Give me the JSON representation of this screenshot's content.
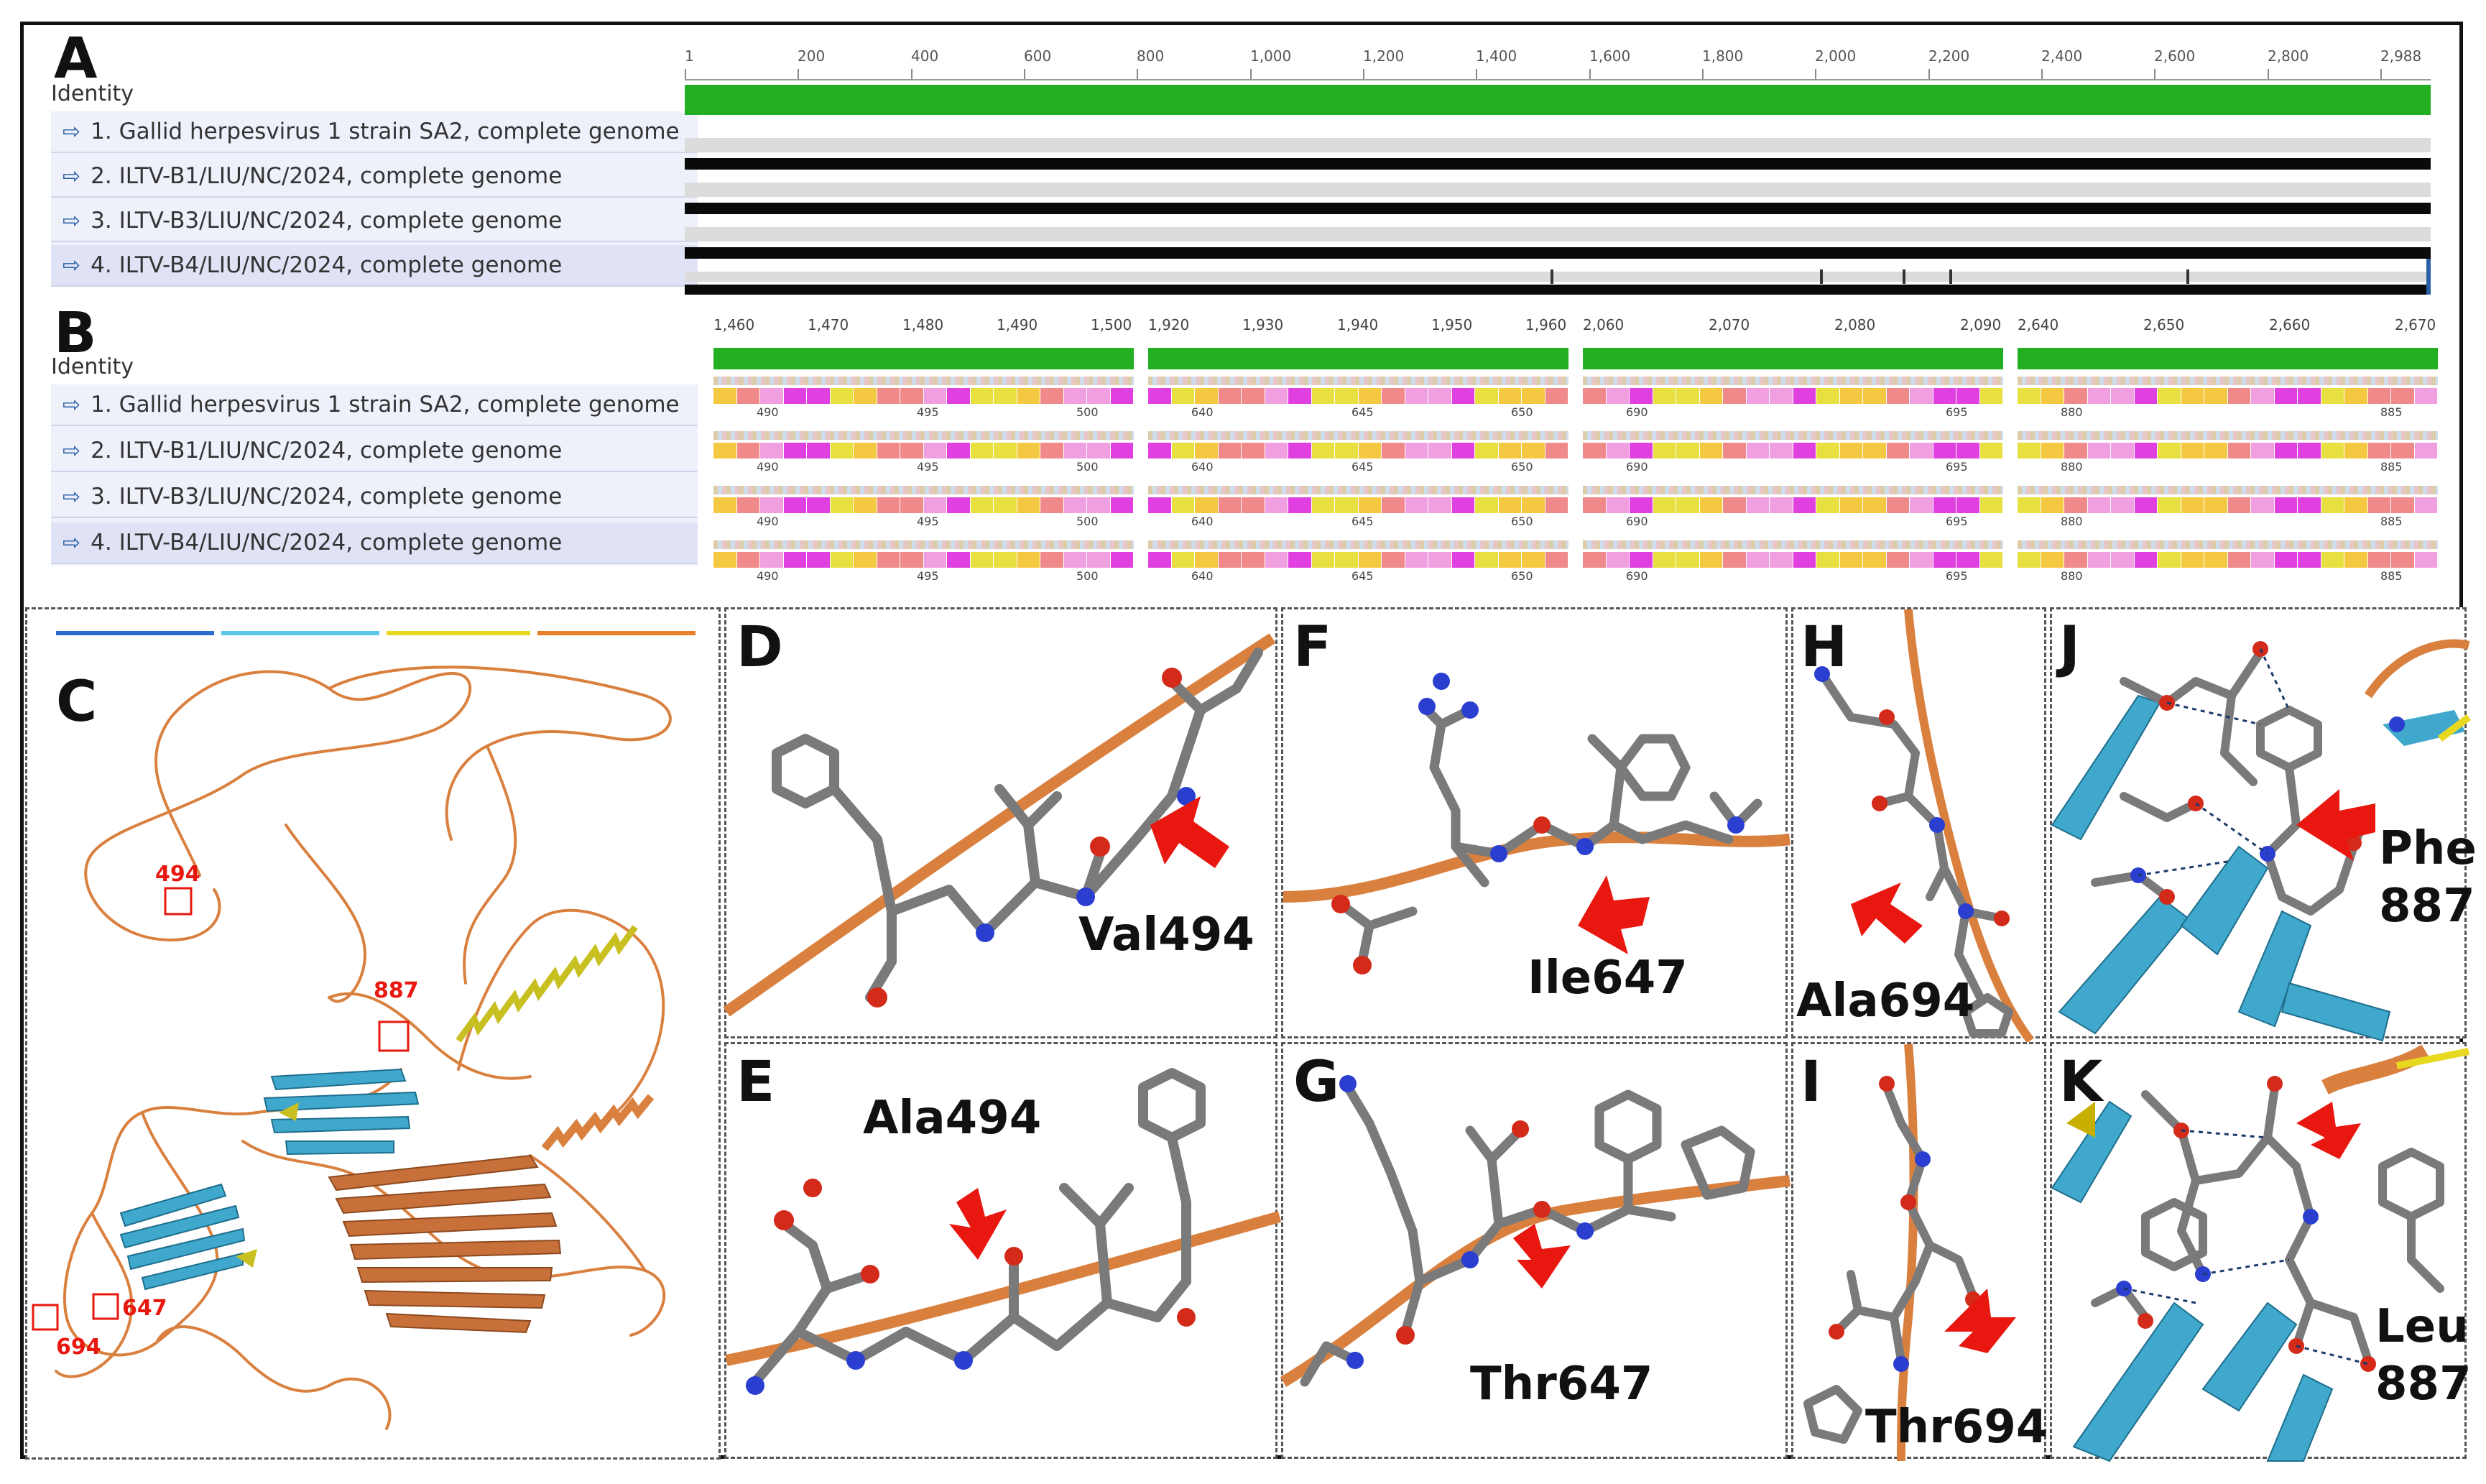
{
  "panels": {
    "A": {
      "letter": "A",
      "identity_label": "Identity",
      "ruler": [
        "1",
        "200",
        "400",
        "600",
        "800",
        "1,000",
        "1,200",
        "1,400",
        "1,600",
        "1,800",
        "2,000",
        "2,200",
        "2,400",
        "2,600",
        "2,800",
        "2,988"
      ],
      "sequences": [
        "1. Gallid herpesvirus 1 strain SA2, complete genome",
        "2. ILTV-B1/LIU/NC/2024, complete genome",
        "3. ILTV-B3/LIU/NC/2024, complete genome",
        "4. ILTV-B4/LIU/NC/2024, complete genome"
      ]
    },
    "B": {
      "letter": "B",
      "identity_label": "Identity",
      "sequences": [
        "1. Gallid herpesvirus 1 strain SA2, complete genome",
        "2. ILTV-B1/LIU/NC/2024, complete genome",
        "3. ILTV-B3/LIU/NC/2024, complete genome",
        "4. ILTV-B4/LIU/NC/2024, complete genome"
      ],
      "windows": [
        {
          "ruler": [
            "1,460",
            "1,470",
            "1,480",
            "1,490",
            "1,500"
          ],
          "aa_pos": [
            "490",
            "495",
            "500"
          ]
        },
        {
          "ruler": [
            "1,920",
            "1,930",
            "1,940",
            "1,950",
            "1,960"
          ],
          "aa_pos": [
            "640",
            "645",
            "650"
          ]
        },
        {
          "ruler": [
            "2,060",
            "2,070",
            "2,080",
            "2,090"
          ],
          "aa_pos": [
            "690",
            "695"
          ]
        },
        {
          "ruler": [
            "2,640",
            "2,650",
            "2,660",
            "2,670"
          ],
          "aa_pos": [
            "880",
            "885"
          ]
        }
      ]
    },
    "C": {
      "letter": "C",
      "site_labels": [
        "494",
        "887",
        "647",
        "694"
      ]
    },
    "D": {
      "letter": "D",
      "residue": "Val494"
    },
    "E": {
      "letter": "E",
      "residue": "Ala494"
    },
    "F": {
      "letter": "F",
      "residue": "Ile647"
    },
    "G": {
      "letter": "G",
      "residue": "Thr647"
    },
    "H": {
      "letter": "H",
      "residue": "Ala694"
    },
    "I": {
      "letter": "I",
      "residue": "Thr694"
    },
    "J": {
      "letter": "J",
      "residue_line1": "Phe",
      "residue_line2": "887"
    },
    "K": {
      "letter": "K",
      "residue_line1": "Leu",
      "residue_line2": "887"
    }
  },
  "colors": {
    "identity_green": "#22b022",
    "ribbon_orange": "#d9803f",
    "sheet_blue": "#3fa8cc",
    "helix_yellow": "#c8c020",
    "arrow_red": "#e8170f",
    "atom_gray": "#7a7a7a",
    "atom_red": "#d42a1a",
    "atom_blue": "#2a3ed0"
  }
}
